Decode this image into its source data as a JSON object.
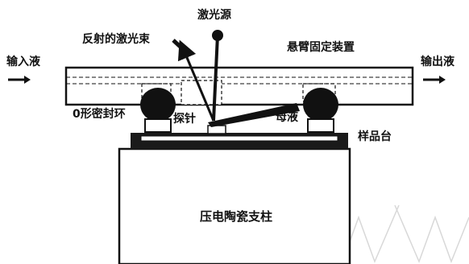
{
  "labels": {
    "laser_source": "激光源",
    "reflected_beam": "反射的激光束",
    "cantilever_holder": "悬臂固定装置",
    "inlet": "输入液",
    "outlet": "输出液",
    "o_ring": "0形密封环",
    "probe": "探针",
    "mother_liquor": "母液",
    "sample_stage": "样品台",
    "piezo_column": "压电陶瓷支柱"
  },
  "watermark": "WWW"
}
